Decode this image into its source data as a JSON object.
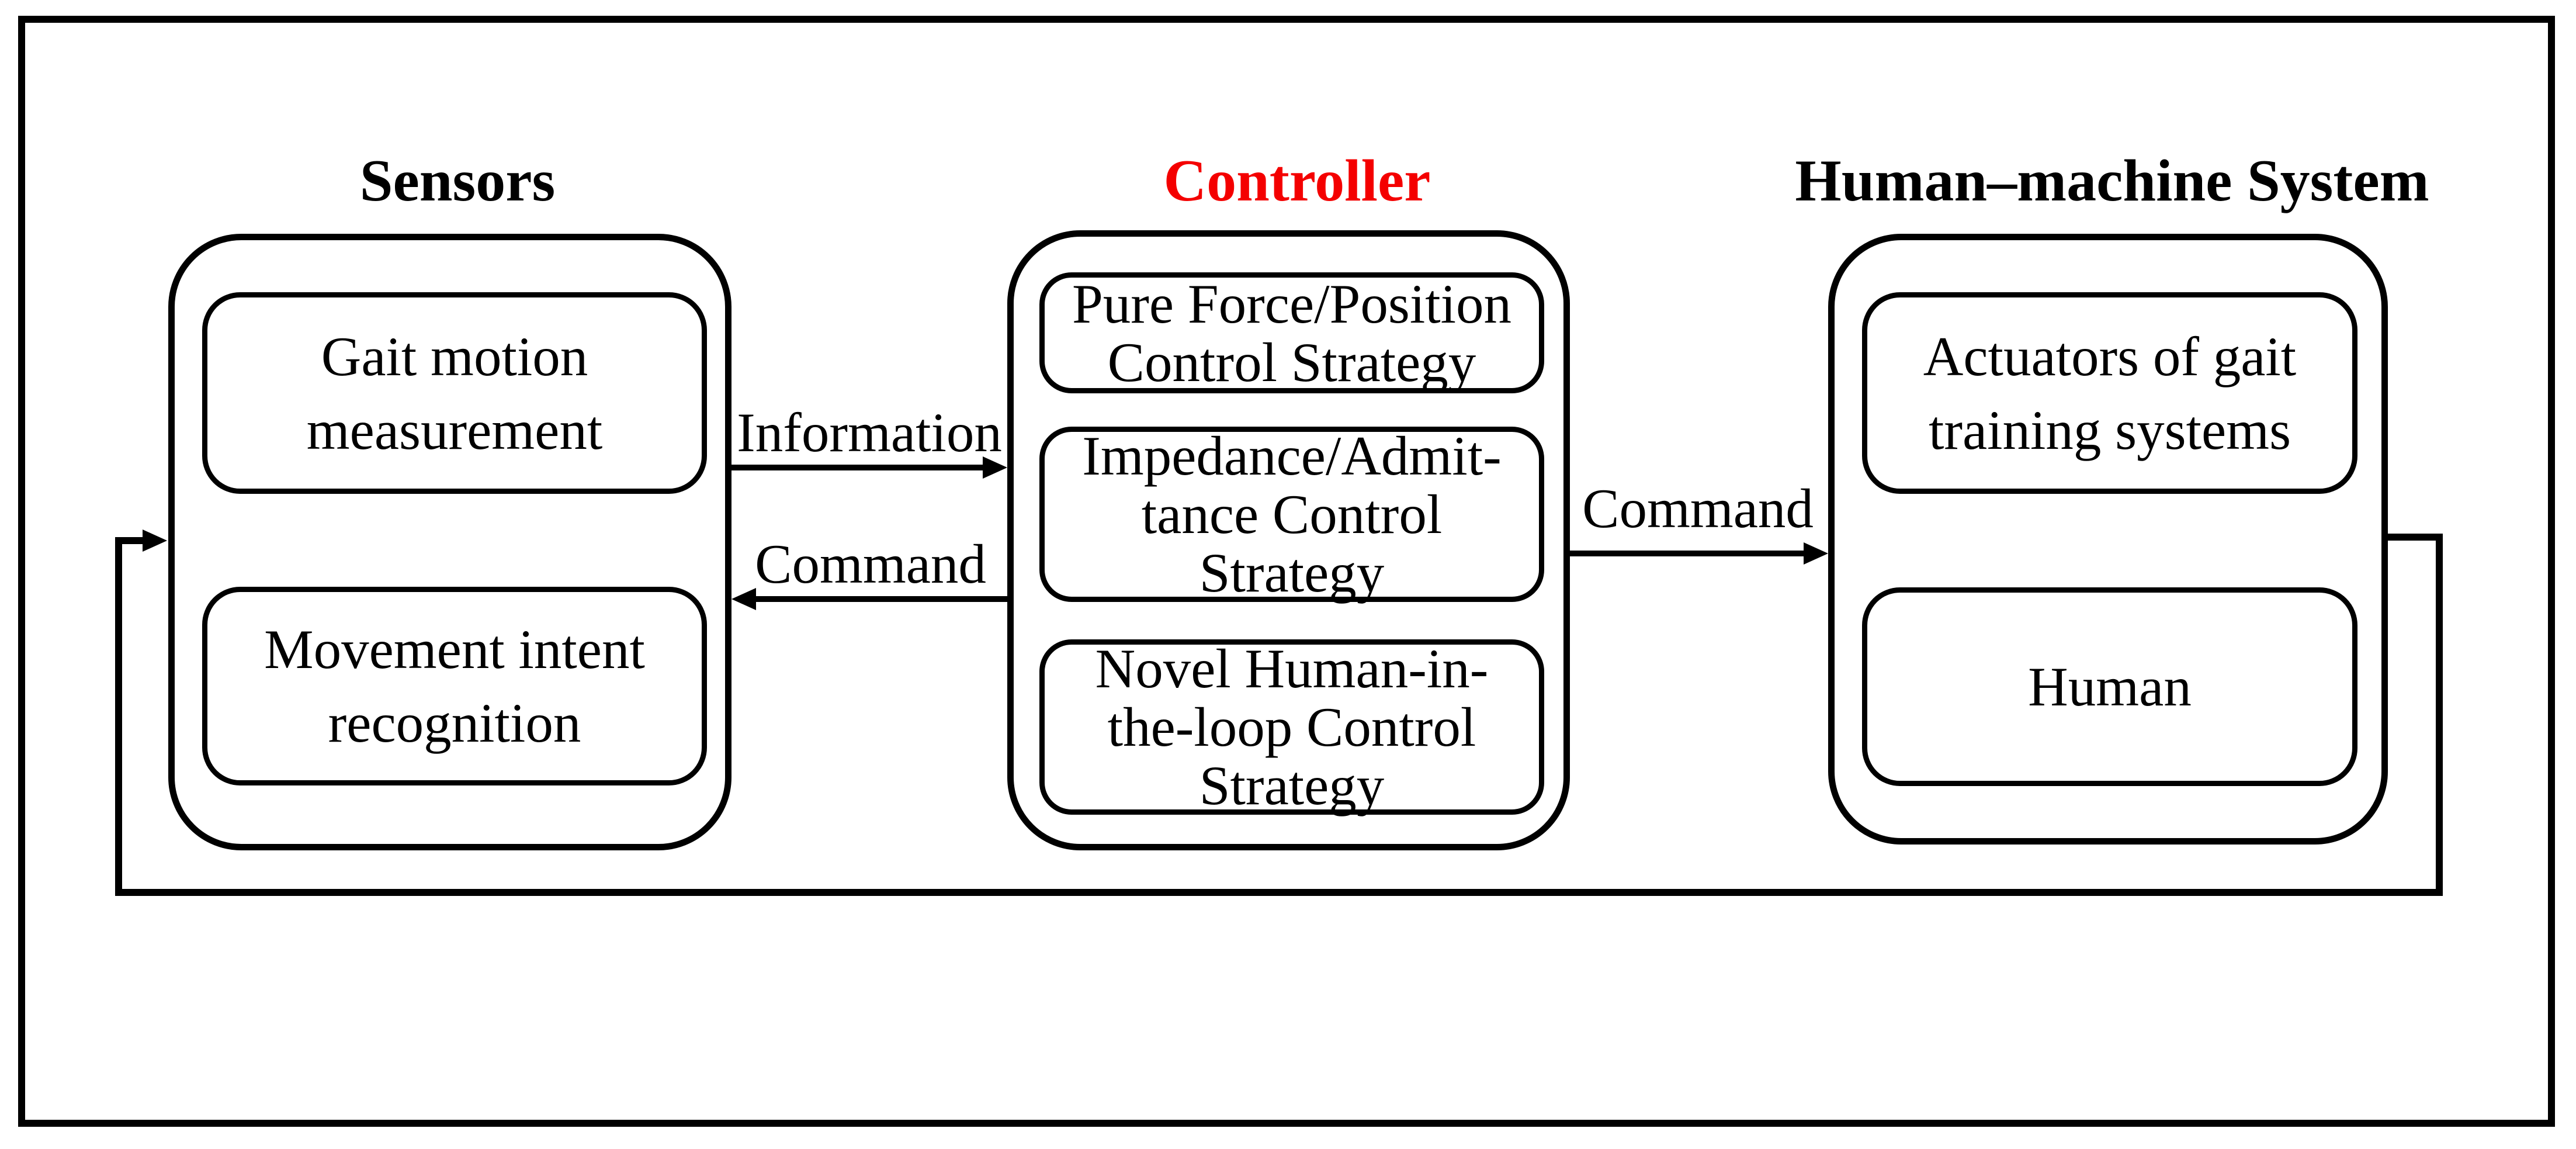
{
  "figure": {
    "background_color": "#ffffff",
    "line_color": "#000000",
    "controller_title_color": "#f40000"
  },
  "columns": [
    {
      "title": "Sensors",
      "title_color": "#000000",
      "boxes": [
        {
          "lines": [
            "Gait motion",
            "measurement"
          ]
        },
        {
          "lines": [
            "Movement intent",
            "recognition"
          ]
        }
      ]
    },
    {
      "title": "Controller",
      "title_color": "#f40000",
      "boxes": [
        {
          "lines": [
            "Pure Force/Position",
            "Control Strategy"
          ]
        },
        {
          "lines": [
            "Impedance/Admit-",
            "tance Control",
            "Strategy"
          ]
        },
        {
          "lines": [
            "Novel Human-in-",
            "the-loop Control",
            "Strategy"
          ]
        }
      ]
    },
    {
      "title": "Human–machine System",
      "title_color": "#000000",
      "boxes": [
        {
          "lines": [
            "Actuators of gait",
            "training systems"
          ]
        },
        {
          "lines": [
            "Human"
          ]
        }
      ]
    }
  ],
  "arrows": {
    "information": {
      "label": "Information",
      "from": "Sensors",
      "to": "Controller"
    },
    "command_to_sensors": {
      "label": "Command",
      "from": "Controller",
      "to": "Sensors"
    },
    "command_to_hms": {
      "label": "Command",
      "from": "Controller",
      "to": "Human–machine System"
    },
    "feedback_loop": {
      "label": "",
      "from": "Human–machine System",
      "to": "Sensors"
    }
  }
}
